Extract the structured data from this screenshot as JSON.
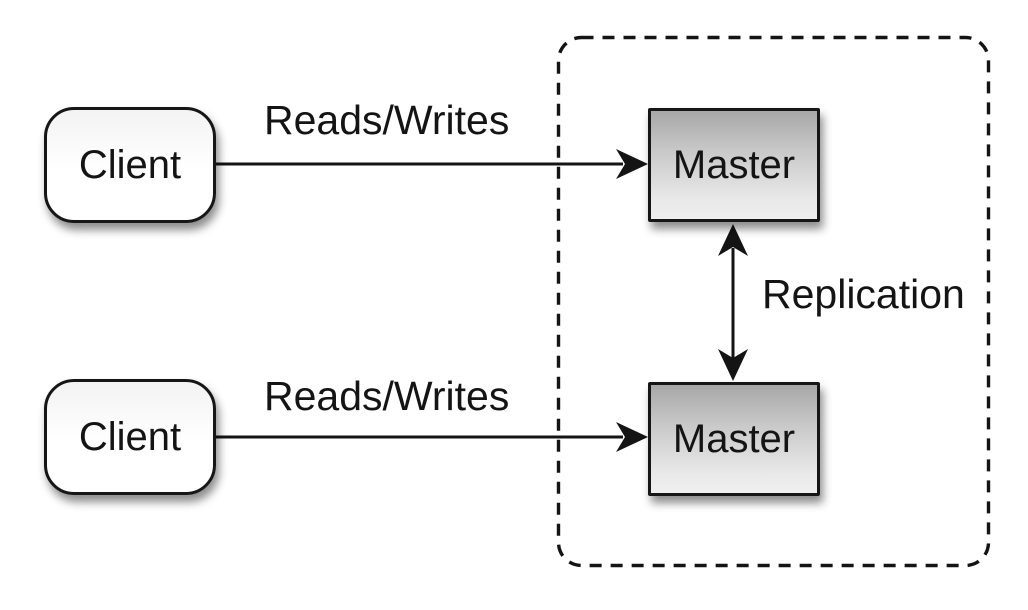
{
  "diagram": {
    "type": "architecture-diagram",
    "container": {
      "name": "replication-cluster-boundary",
      "style": "dashed-rounded-rectangle"
    },
    "clients": [
      {
        "id": "client-1",
        "label": "Client"
      },
      {
        "id": "client-2",
        "label": "Client"
      }
    ],
    "masters": [
      {
        "id": "master-1",
        "label": "Master"
      },
      {
        "id": "master-2",
        "label": "Master"
      }
    ],
    "edges": [
      {
        "id": "edge-1",
        "label": "Reads/Writes",
        "from": "client-1",
        "to": "master-1",
        "kind": "single-arrow"
      },
      {
        "id": "edge-2",
        "label": "Reads/Writes",
        "from": "client-2",
        "to": "master-2",
        "kind": "single-arrow"
      },
      {
        "id": "edge-3",
        "label": "Replication",
        "from": "master-1",
        "to": "master-2",
        "kind": "double-arrow"
      }
    ],
    "colors": {
      "background": "#ffffff",
      "line": "#141414",
      "node_border": "#161616",
      "client_fill_top": "#f3f3f3",
      "client_fill_bottom": "#ffffff",
      "master_fill_top": "#a7a7a7",
      "master_fill_bottom": "#efefef",
      "text": "#141414"
    }
  }
}
